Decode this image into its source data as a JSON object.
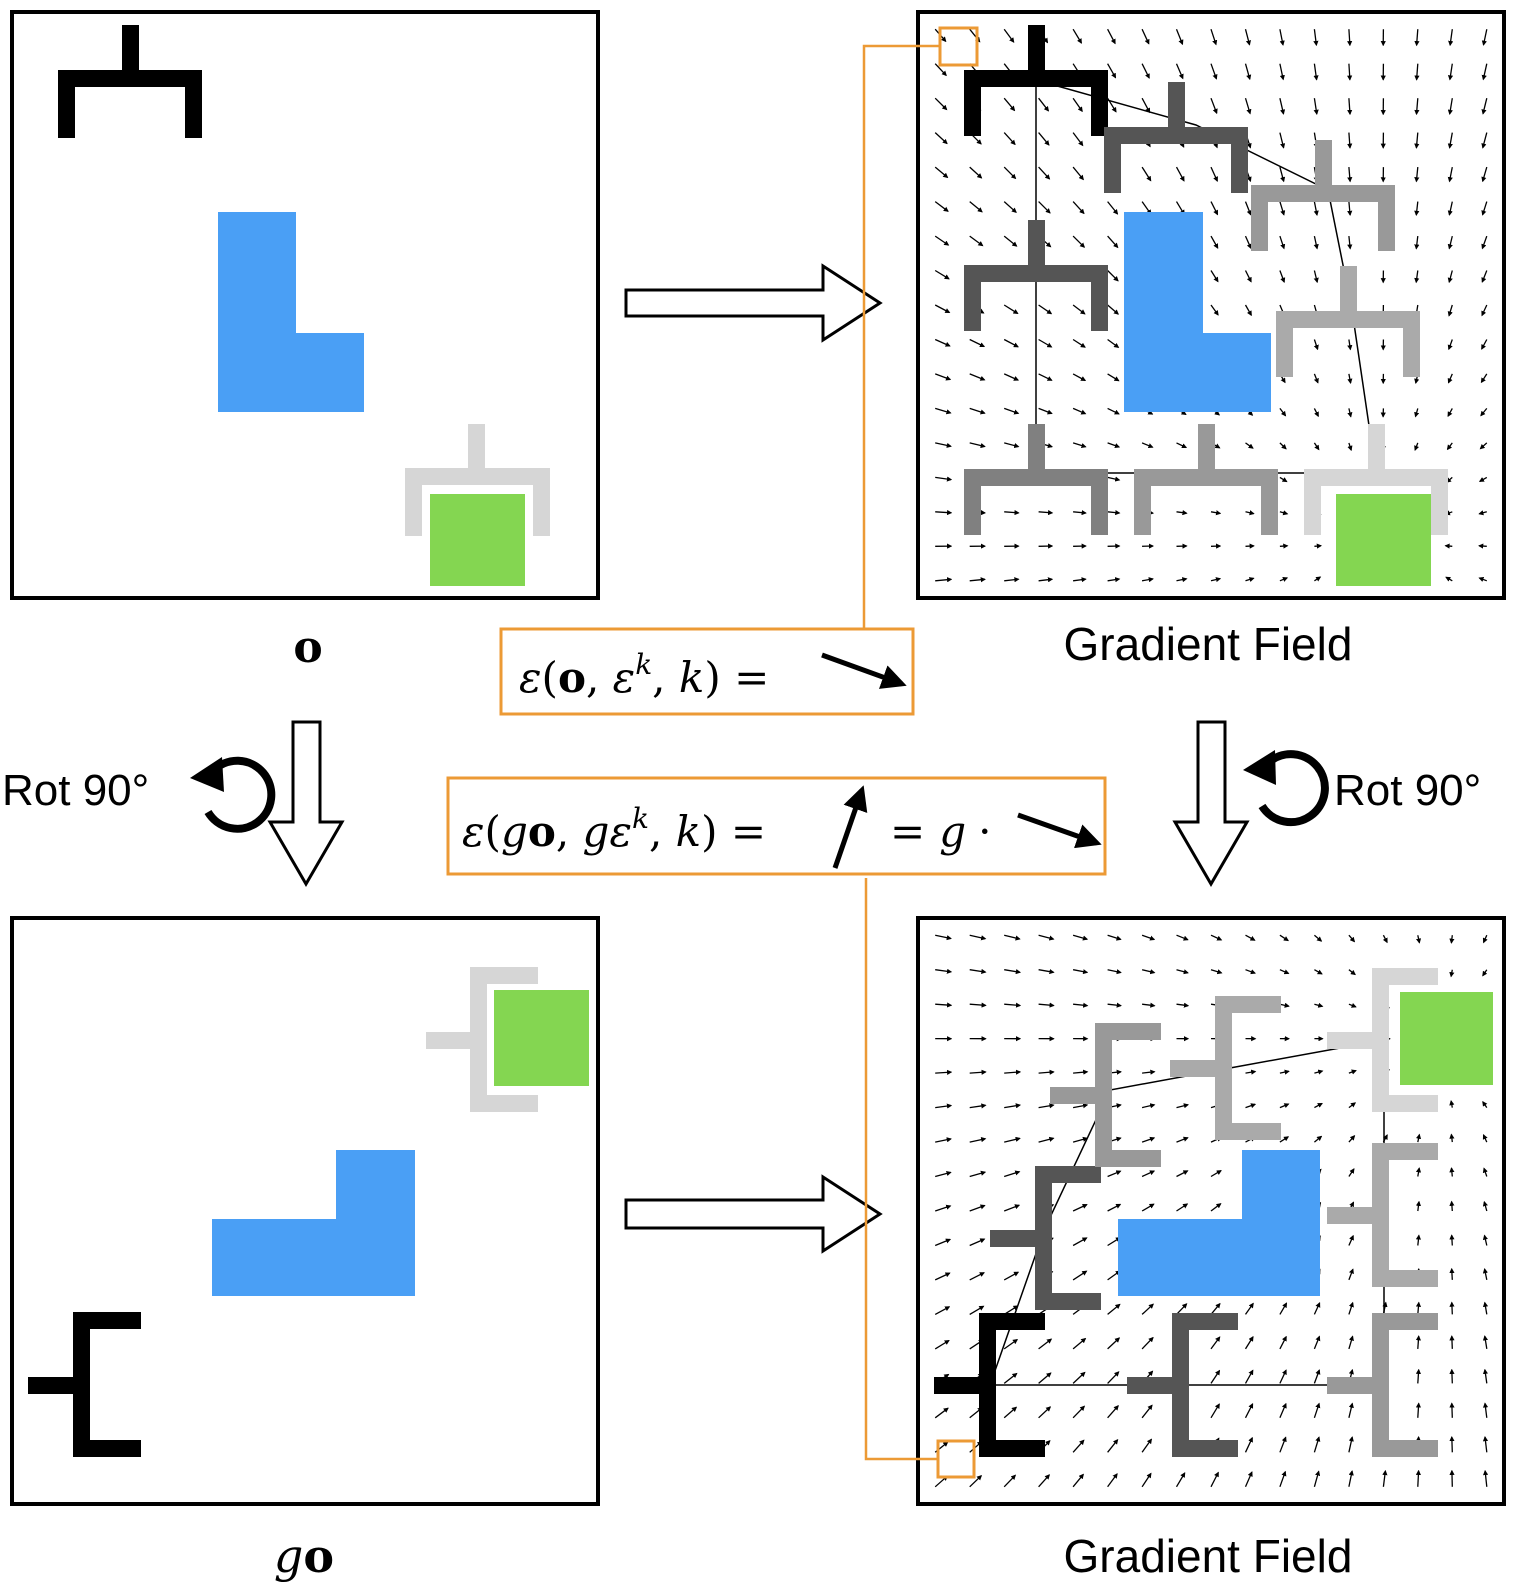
{
  "colors": {
    "black": "#000000",
    "blue_object": "#4a9ff5",
    "green_goal": "#84d651",
    "orange_frame": "#ec9a35",
    "gripper_shades": [
      "#000000",
      "#555555",
      "#808080",
      "#999999",
      "#aaaaaa",
      "#d6d6d6"
    ]
  },
  "labels": {
    "obs_symbol": "o",
    "transformed_symbol_g": "g",
    "transformed_symbol_o": "o",
    "gradient_field_top": "Gradient Field",
    "gradient_field_bottom": "Gradient Field",
    "rot_left": "Rot 90°",
    "rot_right": "Rot 90°"
  },
  "equations": {
    "top": {
      "eps": "ε",
      "open": "(",
      "obs": "o",
      "comma1": ", ",
      "noise": "ε",
      "noise_sup": "k",
      "comma2": ", ",
      "k": "k",
      "close": ")",
      "equals": " ="
    },
    "bottom": {
      "eps": "ε",
      "open": "(",
      "g1": "g",
      "obs": "o",
      "comma1": ", ",
      "g2": "g",
      "noise": "ε",
      "noise_sup": "k",
      "comma2": ", ",
      "k": "k",
      "close": ")",
      "equals1": " =",
      "equals2": "=",
      "g3": "g",
      "dot": "·"
    }
  },
  "icons": {
    "rotation_left": "counterclockwise-rotation-icon",
    "rotation_right": "counterclockwise-rotation-icon",
    "arrow_right": "hollow-right-arrow",
    "arrow_down": "hollow-down-arrow"
  }
}
